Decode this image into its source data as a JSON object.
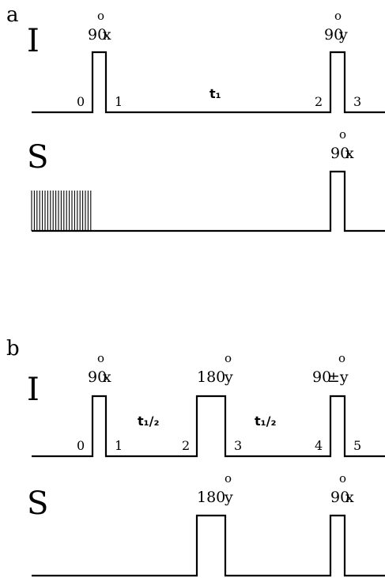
{
  "panel_a": {
    "letter": "a",
    "channel_I": {
      "label": "I",
      "pulse1": {
        "value": "90",
        "degree": "o",
        "phase": "x"
      },
      "pulse2": {
        "value": "90",
        "degree": "o",
        "phase": "y"
      },
      "points": [
        "0",
        "1",
        "2",
        "3"
      ],
      "delay": "t₁"
    },
    "channel_S": {
      "label": "S",
      "pulse": {
        "value": "90",
        "degree": "o",
        "phase": "x"
      }
    }
  },
  "panel_b": {
    "letter": "b",
    "channel_I": {
      "label": "I",
      "pulse1": {
        "value": "90",
        "degree": "o",
        "phase": "x"
      },
      "pulse2": {
        "value": "180",
        "degree": "o",
        "phase": "y"
      },
      "pulse3": {
        "value": "90",
        "degree": "o",
        "phase": "±y"
      },
      "points": [
        "0",
        "1",
        "2",
        "3",
        "4",
        "5"
      ],
      "delay1": "t₁/₂",
      "delay2": "t₁/₂"
    },
    "channel_S": {
      "label": "S",
      "pulse1": {
        "value": "180",
        "degree": "o",
        "phase": "y"
      },
      "pulse2": {
        "value": "90",
        "degree": "o",
        "phase": "x"
      }
    }
  }
}
